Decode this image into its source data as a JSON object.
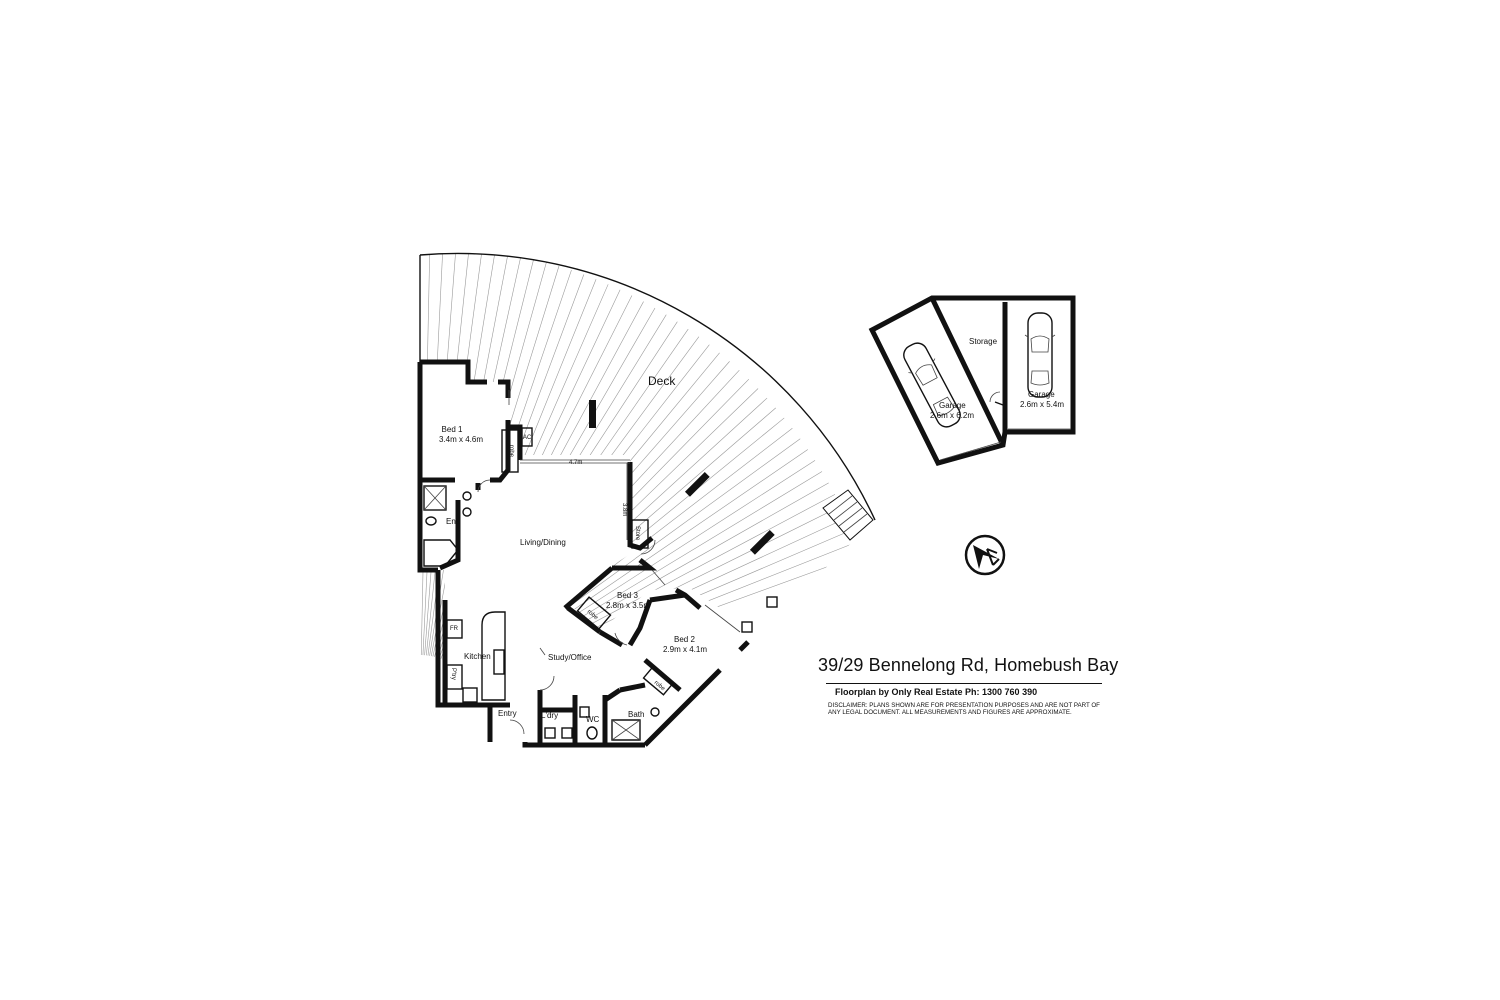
{
  "rooms": {
    "deck": "Deck",
    "bed1": {
      "name": "Bed 1",
      "size": "3.4m x 4.6m"
    },
    "robe1": "robe",
    "ac": "AC",
    "ens": "Ens",
    "living": "Living/Dining",
    "dim_width": "4.7m",
    "dim_depth": "3.8m",
    "store": "Store",
    "bed3": {
      "name": "Bed 3",
      "size": "2.8m x 3.5m"
    },
    "robe3": "robe",
    "bed2": {
      "name": "Bed 2",
      "size": "2.9m x 4.1m"
    },
    "robe2": "robe",
    "study": "Study/Office",
    "kitchen": "Kitchen",
    "fridge": "FR",
    "pantry": "P'try",
    "entry": "Entry",
    "laundry": "L'dry",
    "wc": "WC",
    "bath": "Bath"
  },
  "garages": {
    "storage": "Storage",
    "garage_left": {
      "name": "Garage",
      "size": "2.6m x 6.2m"
    },
    "garage_right": {
      "name": "Garage",
      "size": "2.6m x 5.4m"
    }
  },
  "info": {
    "address": "39/29 Bennelong Rd, Homebush Bay",
    "credit": "Floorplan by Only Real Estate Ph: 1300 760 390",
    "disclaimer": "DISCLAIMER: PLANS SHOWN ARE FOR PRESENTATION PURPOSES AND ARE NOT PART OF ANY LEGAL DOCUMENT. ALL MEASUREMENTS AND FIGURES ARE APPROXIMATE."
  },
  "icons": {
    "compass": "north-arrow-icon",
    "car": "car-icon"
  }
}
